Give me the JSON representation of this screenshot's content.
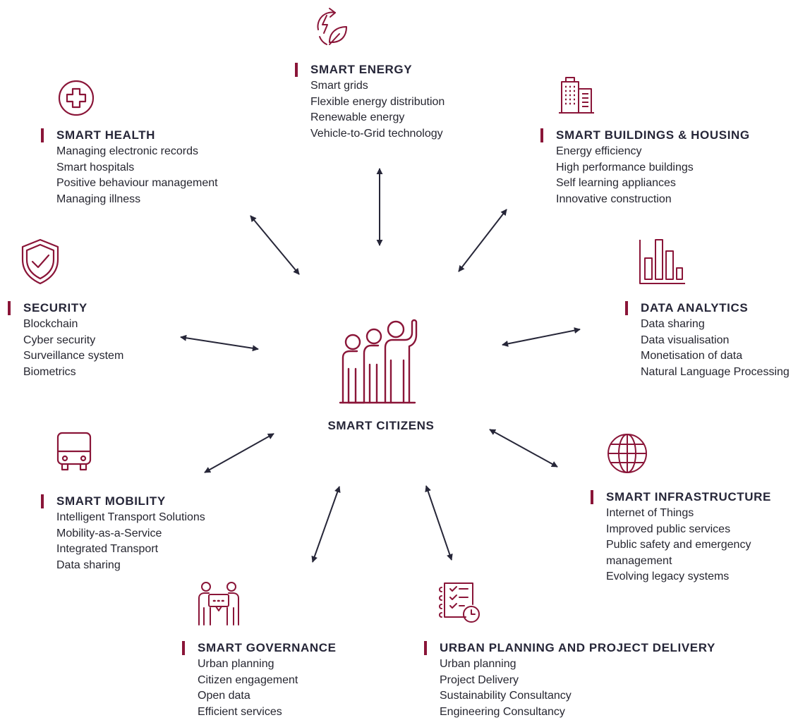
{
  "center": {
    "title": "SMART CITIZENS",
    "icon": "people-raising-hand-icon"
  },
  "colors": {
    "accent": "#8a1538",
    "text": "#262638",
    "arrow": "#262638"
  },
  "nodes": {
    "energy": {
      "title": "SMART ENERGY",
      "icon": "energy-leaf-icon",
      "items": [
        "Smart grids",
        "Flexible energy distribution",
        "Renewable energy",
        "Vehicle-to-Grid technology"
      ]
    },
    "health": {
      "title": "SMART HEALTH",
      "icon": "medical-cross-icon",
      "items": [
        "Managing electronic records",
        "Smart hospitals",
        "Positive behaviour management",
        "Managing illness"
      ]
    },
    "buildings": {
      "title": "SMART BUILDINGS & HOUSING",
      "icon": "buildings-icon",
      "items": [
        "Energy efficiency",
        "High performance buildings",
        "Self learning appliances",
        "Innovative construction"
      ]
    },
    "security": {
      "title": "SECURITY",
      "icon": "shield-check-icon",
      "items": [
        "Blockchain",
        "Cyber security",
        "Surveillance system",
        "Biometrics"
      ]
    },
    "analytics": {
      "title": "DATA ANALYTICS",
      "icon": "bar-chart-icon",
      "items": [
        "Data sharing",
        "Data visualisation",
        "Monetisation of data",
        "Natural Language Processing"
      ]
    },
    "mobility": {
      "title": "SMART MOBILITY",
      "icon": "bus-icon",
      "items": [
        "Intelligent Transport Solutions",
        "Mobility-as-a-Service",
        "Integrated Transport",
        "Data sharing"
      ]
    },
    "infrastructure": {
      "title": "SMART INFRASTRUCTURE",
      "icon": "globe-icon",
      "items": [
        "Internet of Things",
        "Improved public services",
        "Public safety and emergency management",
        "Evolving legacy systems"
      ]
    },
    "governance": {
      "title": "SMART GOVERNANCE",
      "icon": "people-conversation-icon",
      "items": [
        "Urban planning",
        "Citizen engagement",
        "Open data",
        "Efficient services"
      ]
    },
    "planning": {
      "title": "URBAN PLANNING AND PROJECT DELIVERY",
      "icon": "checklist-clock-icon",
      "items": [
        "Urban planning",
        "Project Delivery",
        "Sustainability Consultancy",
        "Engineering Consultancy"
      ]
    }
  }
}
